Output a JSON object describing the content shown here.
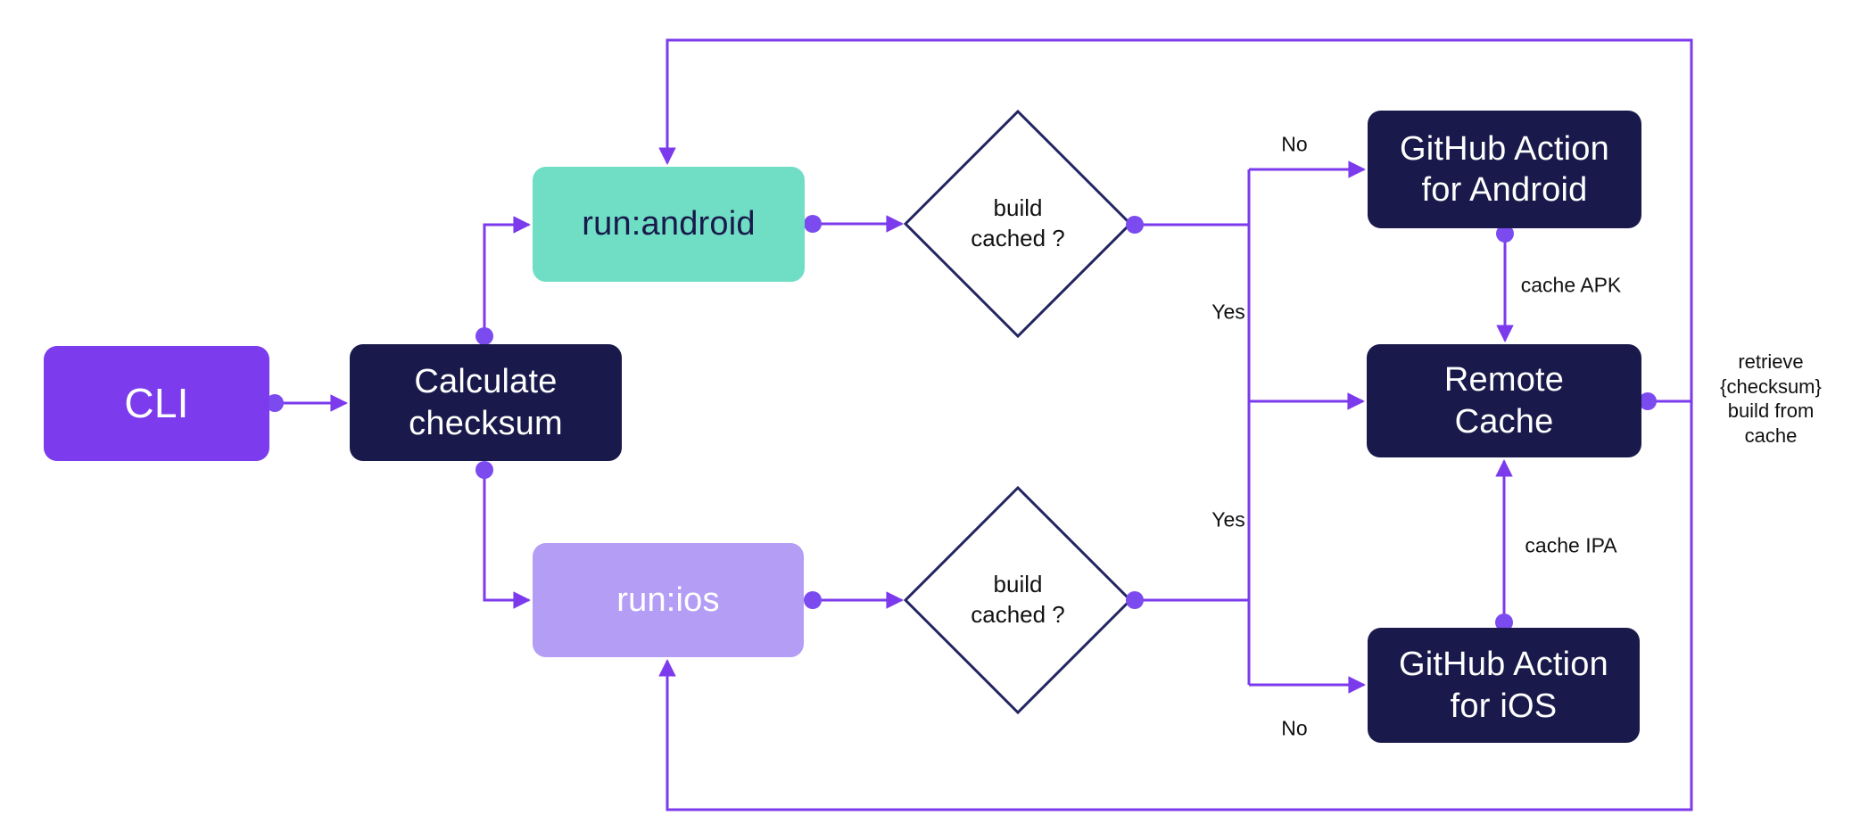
{
  "diagram": {
    "colors": {
      "edge": "#7C3AED",
      "dot": "#7C4BF0",
      "violet": "#7C3BEC",
      "navy": "#191A4B",
      "teal": "#70DEC5",
      "lavender": "#B49DF5",
      "diamond_border": "#232561",
      "label_text": "#111111"
    },
    "nodes": {
      "cli": {
        "label": "CLI"
      },
      "calculate_checksum": {
        "label": "Calculate checksum"
      },
      "run_android": {
        "label": "run:android"
      },
      "run_ios": {
        "label": "run:ios"
      },
      "decision_android": {
        "label": "build cached ?"
      },
      "decision_ios": {
        "label": "build cached ?"
      },
      "github_action_android": {
        "label": "GitHub Action for Android"
      },
      "remote_cache": {
        "label": "Remote Cache"
      },
      "github_action_ios": {
        "label": "GitHub Action for iOS"
      }
    },
    "edge_labels": {
      "no_android": "No",
      "yes_android": "Yes",
      "yes_ios": "Yes",
      "no_ios": "No",
      "cache_apk": "cache APK",
      "cache_ipa": "cache IPA",
      "retrieve": "retrieve {checksum} build from cache"
    }
  }
}
